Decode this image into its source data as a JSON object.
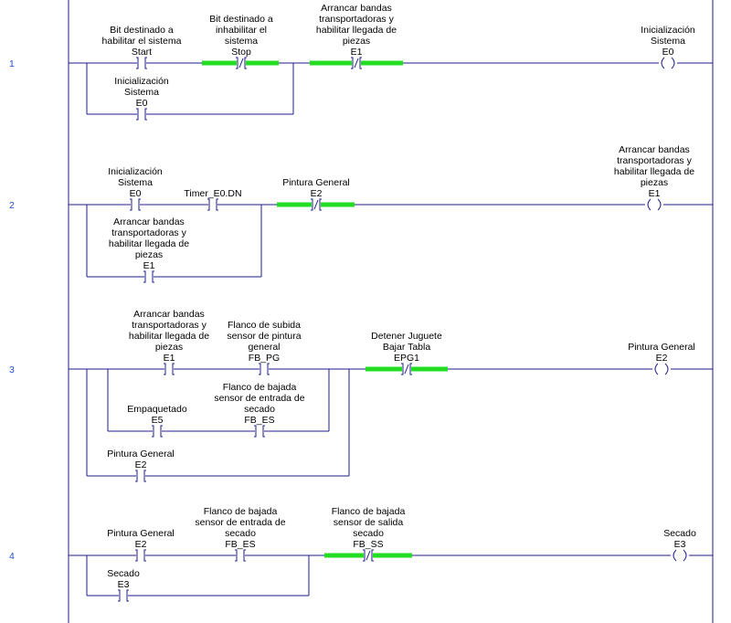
{
  "colors": {
    "wire": "#1c1c8a",
    "energized": "#22dd22",
    "rung_number": "#1f4fd1"
  },
  "rungs": [
    {
      "number": "1",
      "elements": [
        {
          "kind": "xic",
          "energized": false,
          "label": [
            "Bit destinado a",
            "habilitar el sistema",
            "Start"
          ]
        },
        {
          "kind": "xio",
          "energized": true,
          "label": [
            "Bit destinado a",
            "inhabilitar el",
            "sistema",
            "Stop"
          ]
        },
        {
          "kind": "xio",
          "energized": true,
          "label": [
            "Arrancar bandas",
            "transportadoras y",
            "habilitar llegada de",
            "piezas",
            "E1"
          ]
        },
        {
          "kind": "xic",
          "energized": false,
          "label": [
            "Inicialización",
            "Sistema",
            "E0"
          ]
        },
        {
          "kind": "coil",
          "energized": false,
          "label": [
            "Inicialización",
            "Sistema",
            "E0"
          ]
        }
      ]
    },
    {
      "number": "2",
      "elements": [
        {
          "kind": "xic",
          "energized": false,
          "label": [
            "Inicialización",
            "Sistema",
            "E0"
          ]
        },
        {
          "kind": "xic",
          "energized": false,
          "label": [
            "Timer_E0.DN"
          ]
        },
        {
          "kind": "xio",
          "energized": true,
          "label": [
            "Pintura General",
            "E2"
          ]
        },
        {
          "kind": "xic",
          "energized": false,
          "label": [
            "Arrancar bandas",
            "transportadoras y",
            "habilitar llegada de",
            "piezas",
            "E1"
          ]
        },
        {
          "kind": "coil",
          "energized": false,
          "label": [
            "Arrancar bandas",
            "transportadoras y",
            "habilitar llegada de",
            "piezas",
            "E1"
          ]
        }
      ]
    },
    {
      "number": "3",
      "elements": [
        {
          "kind": "xic",
          "energized": false,
          "label": [
            "Arrancar bandas",
            "transportadoras y",
            "habilitar llegada de",
            "piezas",
            "E1"
          ]
        },
        {
          "kind": "xic",
          "energized": false,
          "label": [
            "Flanco de subida",
            "sensor de pintura",
            "general",
            "FB_PG"
          ]
        },
        {
          "kind": "xio",
          "energized": true,
          "label": [
            "Detener Juguete",
            "Bajar Tabla",
            "EPG1"
          ]
        },
        {
          "kind": "xic",
          "energized": false,
          "label": [
            "Empaquetado",
            "E5"
          ]
        },
        {
          "kind": "xic",
          "energized": false,
          "label": [
            "Flanco de bajada",
            "sensor de entrada de",
            "secado",
            "FB_ES"
          ]
        },
        {
          "kind": "xic",
          "energized": false,
          "label": [
            "Pintura General",
            "E2"
          ]
        },
        {
          "kind": "coil",
          "energized": false,
          "label": [
            "Pintura General",
            "E2"
          ]
        }
      ]
    },
    {
      "number": "4",
      "elements": [
        {
          "kind": "xic",
          "energized": false,
          "label": [
            "Pintura General",
            "E2"
          ]
        },
        {
          "kind": "xic",
          "energized": false,
          "label": [
            "Flanco de bajada",
            "sensor de entrada de",
            "secado",
            "FB_ES"
          ]
        },
        {
          "kind": "xio",
          "energized": true,
          "label": [
            "Flanco de bajada",
            "sensor de salida",
            "secado",
            "FB_SS"
          ]
        },
        {
          "kind": "xic",
          "energized": false,
          "label": [
            "Secado",
            "E3"
          ]
        },
        {
          "kind": "coil",
          "energized": false,
          "label": [
            "Secado",
            "E3"
          ]
        }
      ]
    }
  ]
}
